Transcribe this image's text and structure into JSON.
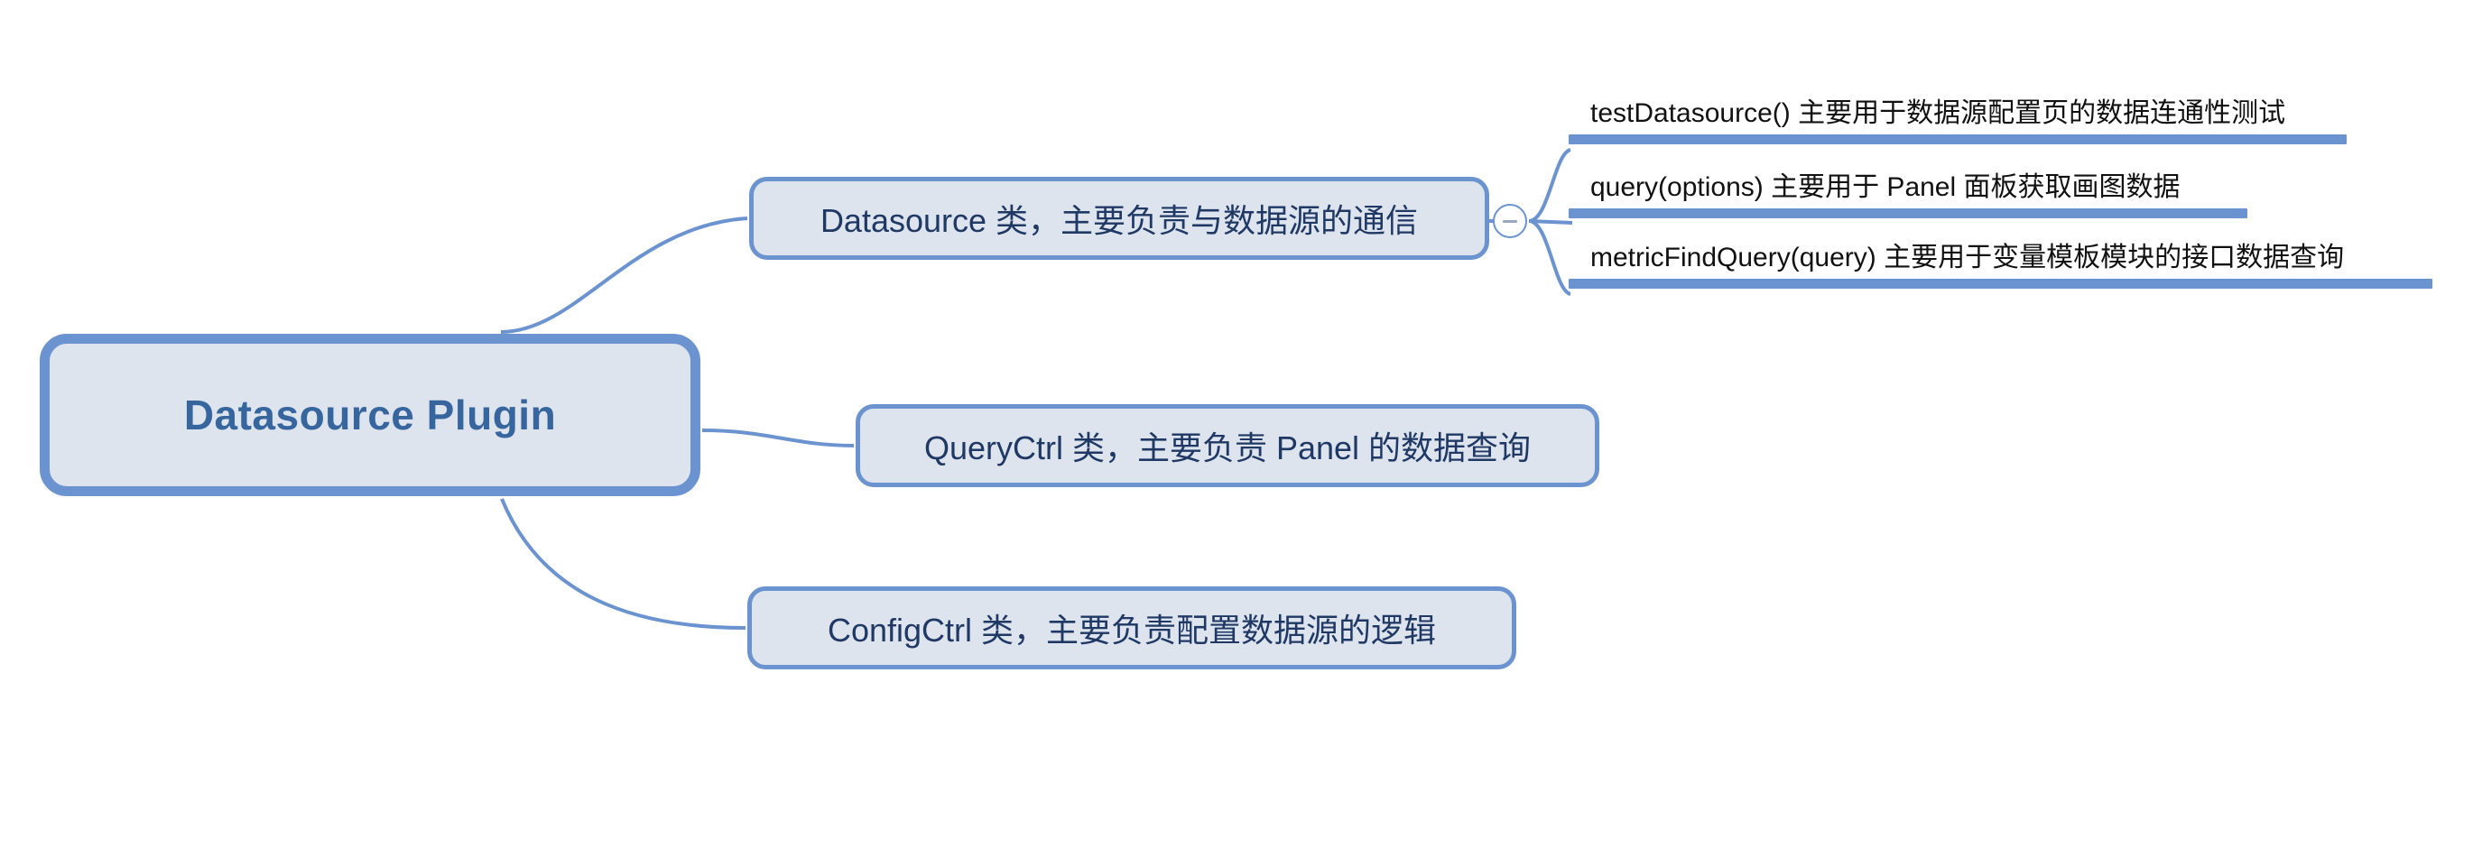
{
  "diagram": {
    "type": "mind-map",
    "title": "Datasource Plugin",
    "background": "#ffffff",
    "colors": {
      "node_fill": "#dde4ee",
      "node_border": "#6b93d0",
      "root_text": "#37669f",
      "branch_text": "#1f3864",
      "leaf_text": "#111111",
      "edge": "#6b93d0"
    }
  },
  "root": {
    "label": "Datasource Plugin"
  },
  "branches": [
    {
      "id": "datasource-class",
      "label": "Datasource 类，主要负责与数据源的通信",
      "toggle": {
        "state": "expanded",
        "icon": "minus-icon",
        "glyph": "−"
      },
      "leaves": [
        {
          "id": "test-datasource",
          "label": "testDatasource() 主要用于数据源配置页的数据连通性测试"
        },
        {
          "id": "query-options",
          "label": "query(options) 主要用于  Panel 面板获取画图数据"
        },
        {
          "id": "metric-find-query",
          "label": "metricFindQuery(query) 主要用于变量模板模块的接口数据查询"
        }
      ]
    },
    {
      "id": "queryctrl-class",
      "label": "QueryCtrl 类，主要负责 Panel 的数据查询",
      "leaves": []
    },
    {
      "id": "configctrl-class",
      "label": "ConfigCtrl 类，主要负责配置数据源的逻辑",
      "leaves": []
    }
  ]
}
